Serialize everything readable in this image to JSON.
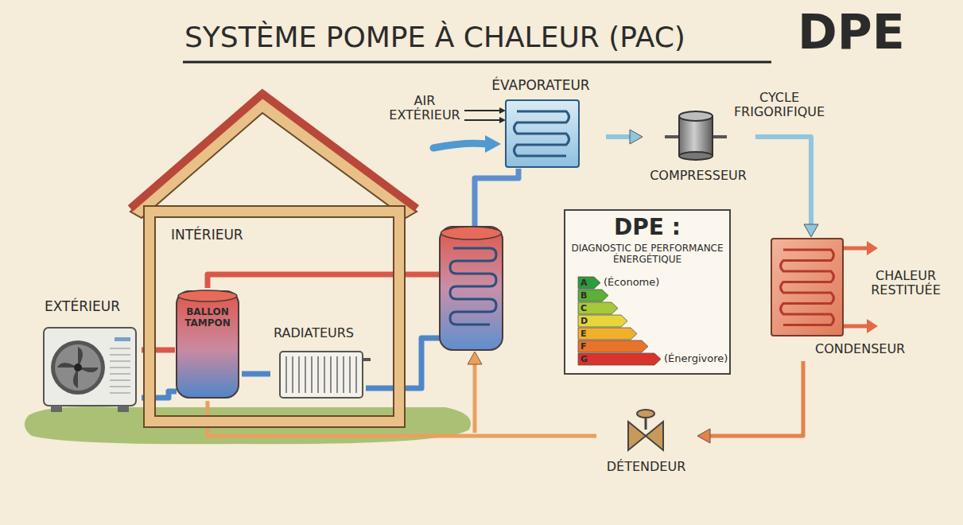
{
  "diagram": {
    "title": "SYSTÈME POMPE À CHALEUR (PAC)",
    "nodes": [
      {
        "text": [
          "ÉVAPORATEUR"
        ]
      },
      {
        "text": [
          "COMPRESSEUR"
        ]
      },
      {
        "text": [
          "CONDENSEUR"
        ]
      },
      {
        "text": [
          "DÉTENDEUR"
        ]
      },
      {
        "text": [
          "INTÉRIEUR"
        ]
      },
      {
        "text": [
          "BALLON TAMPON"
        ],
        "in": 4
      },
      {
        "text": [
          "RADIATEURS"
        ],
        "in": 4
      },
      {
        "text": [
          "EXTÉRIEUR"
        ]
      },
      {
        "text": [
          "DPE :",
          "DIAGNOSTIC DE PERFORMANCE ÉNERGÉTIQUE"
        ]
      },
      {
        "text": [
          "A",
          "(Économe)"
        ],
        "in": 8
      },
      {
        "text": [
          "B"
        ],
        "in": 8
      },
      {
        "text": [
          "C"
        ],
        "in": 8
      },
      {
        "text": [
          "D"
        ],
        "in": 8
      },
      {
        "text": [
          "E"
        ],
        "in": 8
      },
      {
        "text": [
          "F"
        ],
        "in": 8
      },
      {
        "text": [
          "G",
          "(Énergivore)"
        ],
        "in": 8
      }
    ],
    "edges": [
      {
        "from": 0,
        "to": 1,
        "arrow": "to"
      },
      {
        "from": 1,
        "to": 2,
        "arrow": "to"
      },
      {
        "from": 2,
        "to": 3,
        "arrow": "to"
      },
      {
        "from": 3,
        "to": 5,
        "arrow": "none"
      },
      {
        "from": 7,
        "to": 5,
        "arrow": "none"
      },
      {
        "from": 5,
        "to": 6,
        "arrow": "none"
      }
    ],
    "labels": [
      "AIR EXTÉRIEUR",
      "CYCLE FRIGORIFIQUE",
      "CHALEUR RESTITUÉE",
      "DPE"
    ]
  }
}
